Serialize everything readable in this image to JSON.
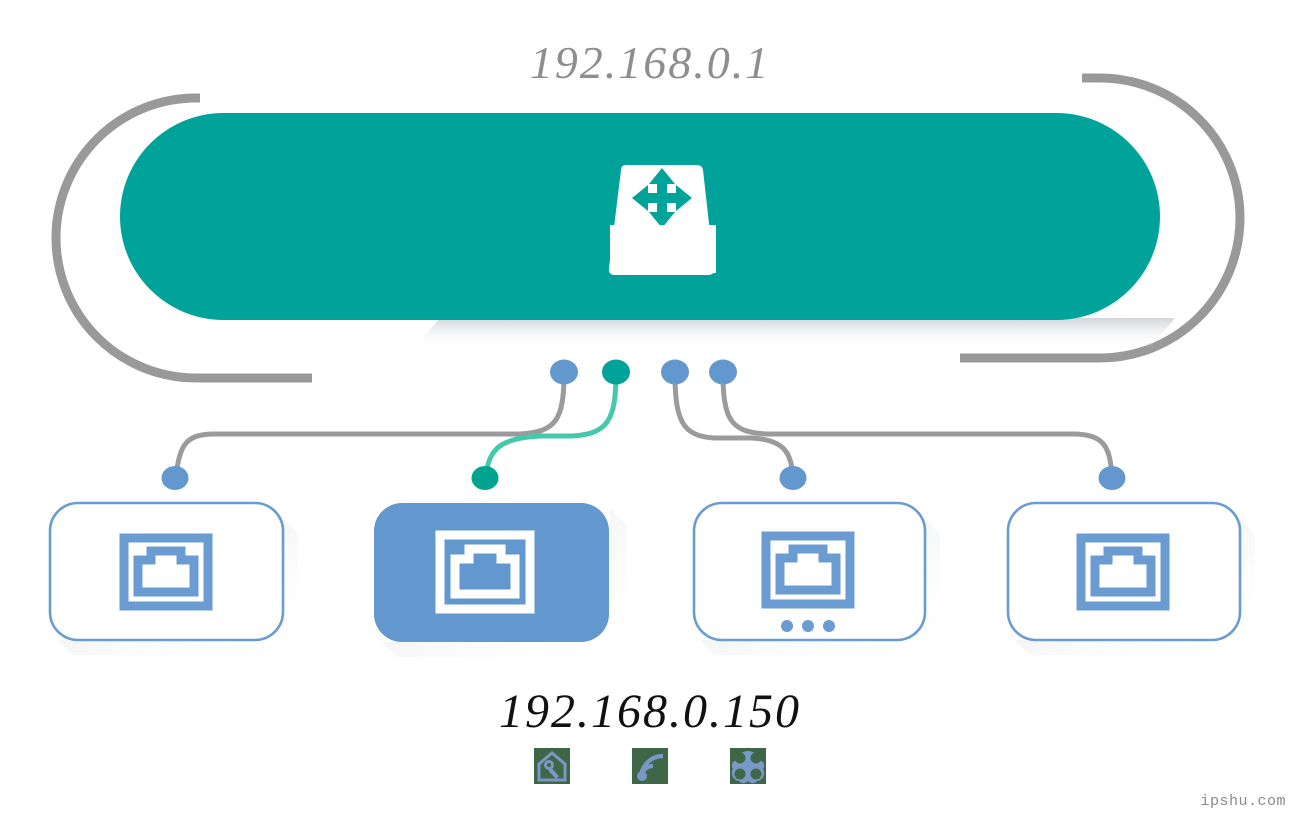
{
  "diagram": {
    "type": "network-topology",
    "title_top": "192.168.0.1",
    "title_bottom": "192.168.0.150",
    "watermark": "ipshu.com",
    "colors": {
      "teal": "#00a399",
      "teal_dark": "#009a8d",
      "cable_green": "#45c9ad",
      "blue": "#6398ce",
      "blue_border": "#6a9bd1",
      "gray_stroke": "#999999",
      "cable_gray": "#9b9b9b",
      "label_gray": "#8e8e8e",
      "label_black": "#111111",
      "shadow": "#e3e6e8",
      "white": "#ffffff",
      "badge_bg": "#3f6646",
      "badge_fg": "#7a98c6"
    },
    "gateway": {
      "label": "192.168.0.1",
      "device_icon": "network-switch-icon",
      "bracket_icon": "network-boundary-bracket",
      "ports": [
        {
          "index": 1,
          "state": "idle",
          "color": "#6398ce"
        },
        {
          "index": 2,
          "state": "active",
          "color": "#00a399"
        },
        {
          "index": 3,
          "state": "idle",
          "color": "#6398ce"
        },
        {
          "index": 4,
          "state": "idle",
          "color": "#6398ce"
        }
      ]
    },
    "links": [
      {
        "from_port": 1,
        "to_host": 1,
        "color": "#9b9b9b",
        "state": "idle"
      },
      {
        "from_port": 2,
        "to_host": 2,
        "color": "#45c9ad",
        "state": "active"
      },
      {
        "from_port": 3,
        "to_host": 3,
        "color": "#9b9b9b",
        "state": "idle"
      },
      {
        "from_port": 4,
        "to_host": 4,
        "color": "#9b9b9b",
        "state": "idle"
      }
    ],
    "hosts": [
      {
        "index": 1,
        "icon": "ethernet-port-icon",
        "selected": false,
        "has_more_dots": false,
        "label": ""
      },
      {
        "index": 2,
        "icon": "ethernet-port-icon",
        "selected": true,
        "has_more_dots": false,
        "label": "192.168.0.150"
      },
      {
        "index": 3,
        "icon": "ethernet-port-icon",
        "selected": false,
        "has_more_dots": true,
        "label": ""
      },
      {
        "index": 4,
        "icon": "ethernet-port-icon",
        "selected": false,
        "has_more_dots": false,
        "label": ""
      }
    ],
    "badges": [
      {
        "index": 1,
        "icon": "home-wrench-icon",
        "name": "private-address-badge"
      },
      {
        "index": 2,
        "icon": "wifi-signal-icon",
        "name": "wireless-badge"
      },
      {
        "index": 3,
        "icon": "clover-icon",
        "name": "multicast-badge"
      }
    ]
  }
}
